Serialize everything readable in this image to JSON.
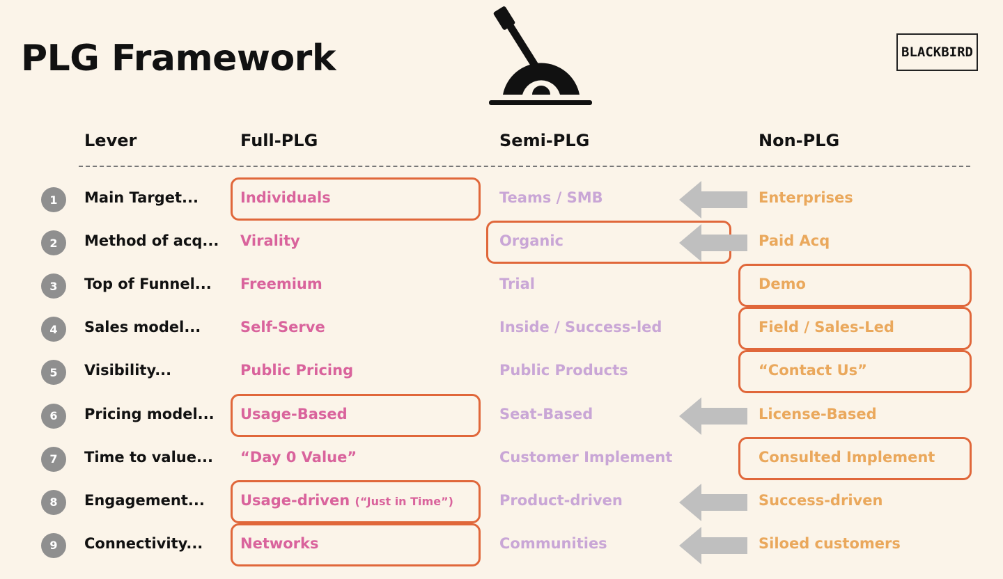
{
  "title": "PLG Framework",
  "logo_text": "BLACKBIRD",
  "headers": {
    "lever": "Lever",
    "full": "Full-PLG",
    "semi": "Semi-PLG",
    "non": "Non-PLG"
  },
  "colors": {
    "background": "#fbf4e9",
    "full_plg": "#d9639c",
    "semi_plg": "#c9a6d6",
    "non_plg": "#eaa85c",
    "highlight_box": "#e0673a",
    "arrow": "#bfbfbf",
    "number_badge": "#8f8f8f"
  },
  "icons": {
    "header_icon": "lever-icon",
    "arrow_icon": "left-arrow-icon"
  },
  "rows": [
    {
      "num": "1",
      "lever": "Main Target...",
      "full": "Individuals",
      "semi": "Teams / SMB",
      "non": "Enterprises",
      "highlight": "full",
      "arrow": true
    },
    {
      "num": "2",
      "lever": "Method of acq...",
      "full": "Virality",
      "semi": "Organic",
      "non": "Paid Acq",
      "highlight": "semi",
      "arrow": true
    },
    {
      "num": "3",
      "lever": "Top of Funnel...",
      "full": "Freemium",
      "semi": "Trial",
      "non": "Demo",
      "highlight": "non",
      "arrow": false
    },
    {
      "num": "4",
      "lever": "Sales model...",
      "full": "Self-Serve",
      "semi": "Inside / Success-led",
      "non": "Field / Sales-Led",
      "highlight": "non",
      "arrow": false
    },
    {
      "num": "5",
      "lever": "Visibility...",
      "full": "Public Pricing",
      "semi": "Public Products",
      "non": "“Contact Us”",
      "highlight": "non",
      "arrow": false
    },
    {
      "num": "6",
      "lever": "Pricing model...",
      "full": "Usage-Based",
      "semi": "Seat-Based",
      "non": "License-Based",
      "highlight": "full",
      "arrow": true
    },
    {
      "num": "7",
      "lever": "Time to value...",
      "full": "“Day 0 Value”",
      "semi": "Customer Implement",
      "non": "Consulted Implement",
      "highlight": "non",
      "arrow": false
    },
    {
      "num": "8",
      "lever": "Engagement...",
      "full": "Usage-driven",
      "full_note": "(“Just in Time”)",
      "semi": "Product-driven",
      "non": "Success-driven",
      "highlight": "full",
      "arrow": true
    },
    {
      "num": "9",
      "lever": "Connectivity...",
      "full": "Networks",
      "semi": "Communities",
      "non": "Siloed customers",
      "highlight": "full",
      "arrow": true
    }
  ]
}
